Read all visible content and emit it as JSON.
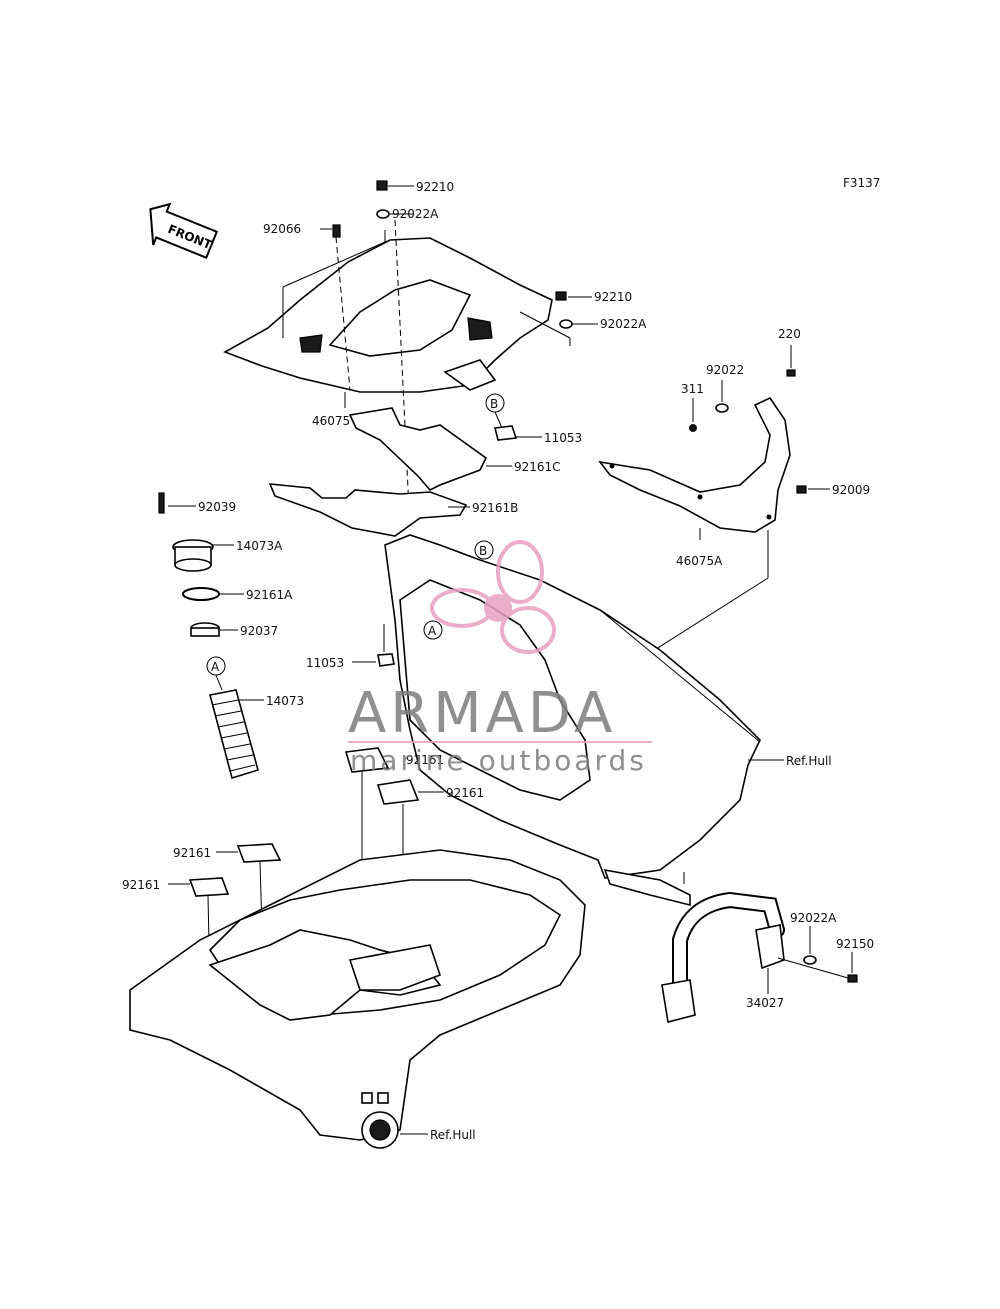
{
  "figure_code": "F3137",
  "front_label": "FRONT",
  "callouts": {
    "a": "A",
    "b": "B"
  },
  "parts": {
    "p92210_top": "92210",
    "p92022A_top": "92022A",
    "p92066": "92066",
    "p92210_right": "92210",
    "p92022A_right": "92022A",
    "p220": "220",
    "p92022": "92022",
    "p311": "311",
    "p46075": "46075",
    "p11053_top": "11053",
    "p92161C": "92161C",
    "p92161B": "92161B",
    "p92009": "92009",
    "p46075A": "46075A",
    "p92039": "92039",
    "p14073A": "14073A",
    "p92161A": "92161A",
    "p92037": "92037",
    "p11053_left": "11053",
    "p14073": "14073",
    "ref_hull_right": "Ref.Hull",
    "p92161_a": "92161",
    "p92161_b": "92161",
    "p92161_c": "92161",
    "p92161_d": "92161",
    "p92022A_bottom": "92022A",
    "p92150": "92150",
    "p34027": "34027",
    "ref_hull_bottom": "Ref.Hull"
  },
  "watermark": {
    "brand": "ARMADA",
    "tagline": "marine outboards",
    "accent_color": "#e8a0c0",
    "text_color": "#7c7c7c"
  }
}
